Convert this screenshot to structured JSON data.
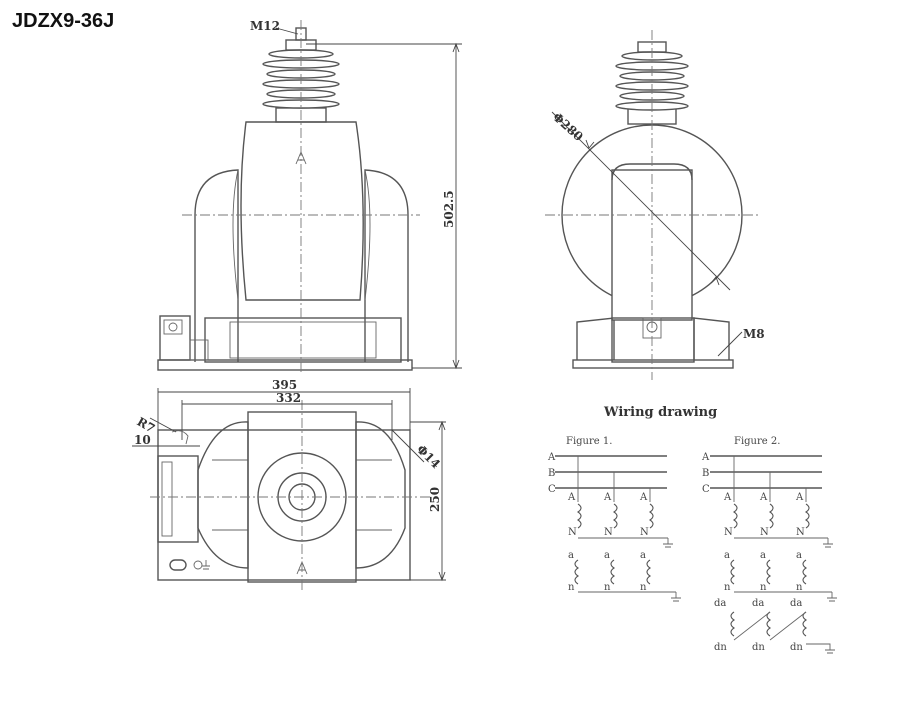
{
  "title": "JDZX9-36J",
  "front_view": {
    "bolt_label": "M12",
    "height_dim": "502.5"
  },
  "side_view": {
    "diameter_dim": "Φ280",
    "bolt_label": "M8"
  },
  "top_view": {
    "width_dim": "395",
    "inner_width_dim": "332",
    "hole_label": "R7",
    "hole_offset_dim": "10",
    "slot_dim": "Φ14",
    "depth_dim": "250"
  },
  "wiring": {
    "heading": "Wiring drawing",
    "figure1": {
      "label": "Figure 1.",
      "bus_labels": [
        "A",
        "B",
        "C"
      ],
      "primary_labels": [
        "A",
        "A",
        "A"
      ],
      "primary_ends": [
        "N",
        "N",
        "N"
      ],
      "secondary_top": [
        "a",
        "a",
        "a"
      ],
      "secondary_bottom": [
        "n",
        "n",
        "n"
      ]
    },
    "figure2": {
      "label": "Figure 2.",
      "bus_labels": [
        "A",
        "B",
        "C"
      ],
      "primary_labels": [
        "A",
        "A",
        "A"
      ],
      "primary_ends": [
        "N",
        "N",
        "N"
      ],
      "secondary_top": [
        "a",
        "a",
        "a"
      ],
      "secondary_bottom": [
        "n",
        "n",
        "n"
      ],
      "tertiary_top": [
        "da",
        "da",
        "da"
      ],
      "tertiary_bottom": [
        "dn",
        "dn",
        "dn"
      ]
    }
  }
}
